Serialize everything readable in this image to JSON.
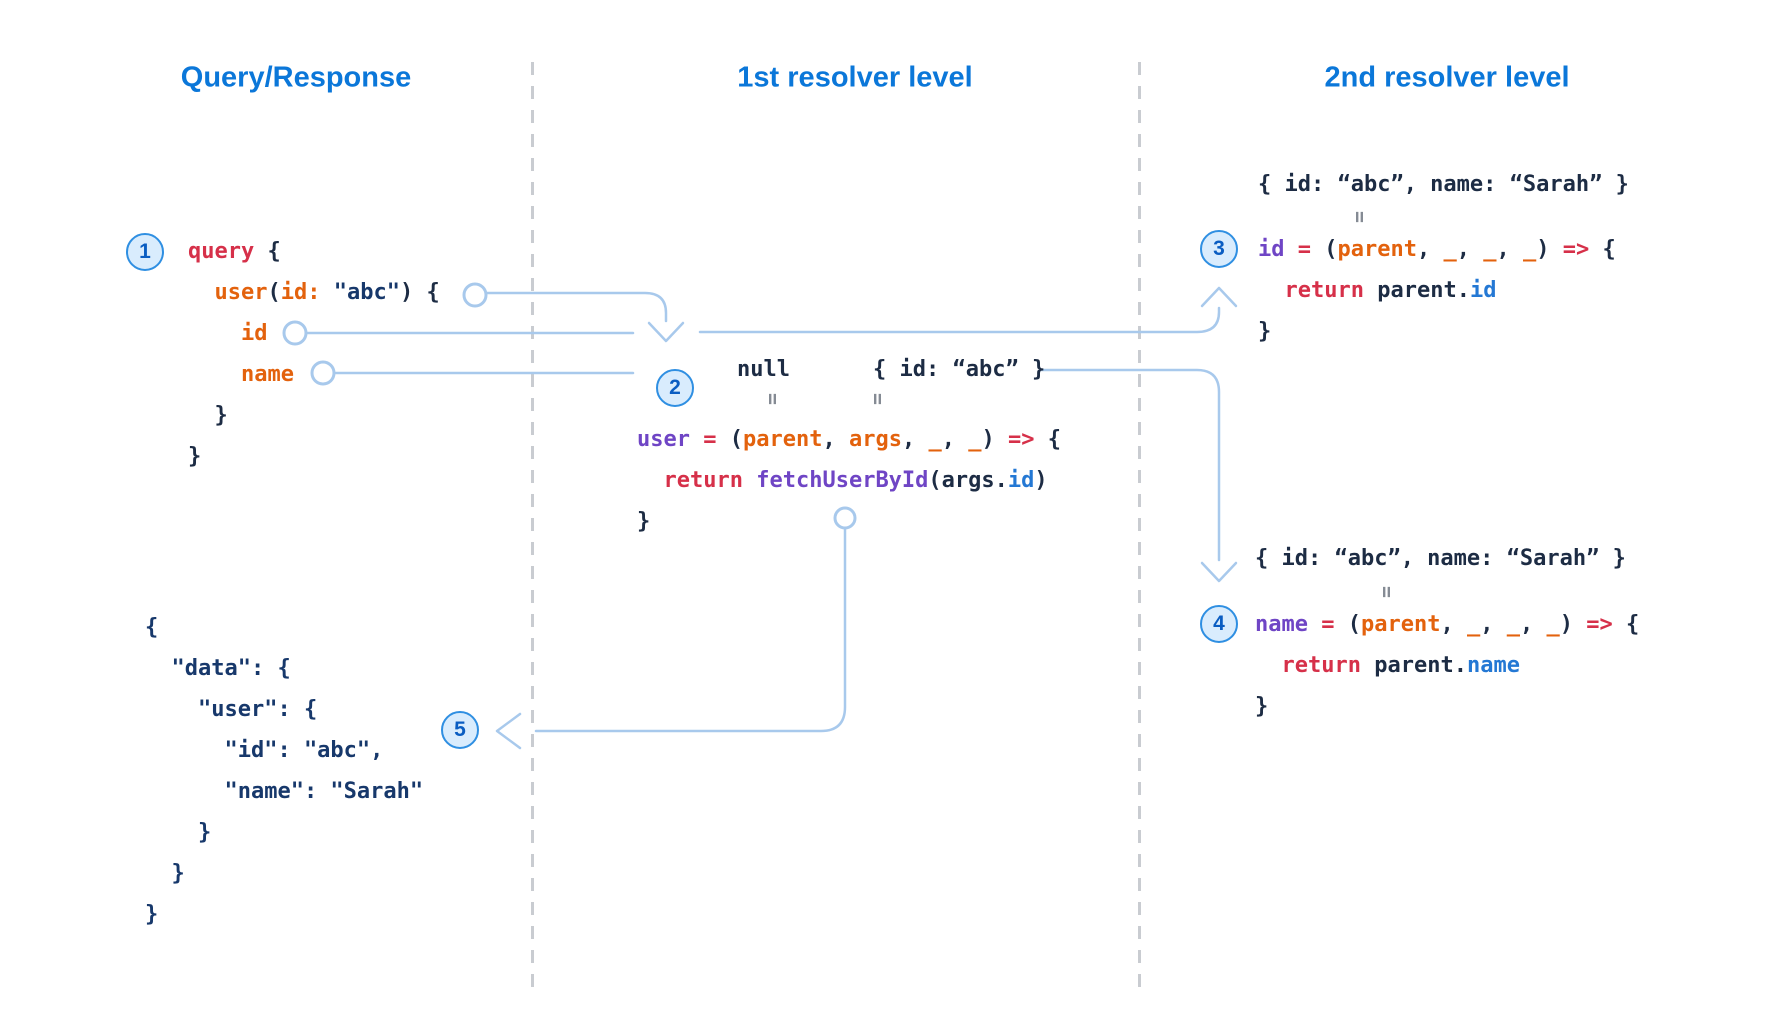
{
  "columns": [
    {
      "title": "Query/Response"
    },
    {
      "title": "1st resolver level"
    },
    {
      "title": "2nd resolver level"
    }
  ],
  "badges": [
    "1",
    "2",
    "3",
    "4",
    "5"
  ],
  "marks": {
    "equivalence": "="
  },
  "palette": {
    "header_blue": "#0b77d9",
    "badge_border": "#2f8fe2",
    "badge_fill": "#d9ecfd",
    "badge_number": "#0a5dc2",
    "arrow_blue": "#a8c9ec",
    "divider_gray": "#c9ccd1",
    "keyword_red": "#d63049",
    "field_orange": "#e3620d",
    "identifier_purple": "#6f45c5",
    "property_blue": "#2478d4",
    "punctuation_dark": "#1d2c44",
    "string_navy": "#17386b"
  },
  "blocks": {
    "query": {
      "lines": [
        [
          [
            "query",
            "k"
          ],
          [
            " {",
            "d"
          ]
        ],
        [
          [
            "  ",
            "d"
          ],
          [
            "user",
            "o"
          ],
          [
            "(",
            "d"
          ],
          [
            "id:",
            "o"
          ],
          [
            " ",
            "d"
          ],
          [
            "\"abc\"",
            "n"
          ],
          [
            ") {",
            "d"
          ]
        ],
        [
          [
            "    ",
            "d"
          ],
          [
            "id",
            "o"
          ]
        ],
        [
          [
            "    ",
            "d"
          ],
          [
            "name",
            "o"
          ]
        ],
        [
          [
            "  }",
            "d"
          ]
        ],
        [
          [
            "}",
            "d"
          ]
        ]
      ]
    },
    "response_json": {
      "lines": [
        [
          [
            "{",
            "n"
          ]
        ],
        [
          [
            "  \"data\": {",
            "n"
          ]
        ],
        [
          [
            "    \"user\": {",
            "n"
          ]
        ],
        [
          [
            "      \"id\": \"abc\",",
            "n"
          ]
        ],
        [
          [
            "      \"name\": \"Sarah\"",
            "n"
          ]
        ],
        [
          [
            "    }",
            "n"
          ]
        ],
        [
          [
            "  }",
            "n"
          ]
        ],
        [
          [
            "}",
            "n"
          ]
        ]
      ]
    },
    "resolver1": {
      "parent_value": "null",
      "args_value": "{ id: “abc” }",
      "lines": [
        [
          [
            "user",
            "p"
          ],
          [
            " ",
            "d"
          ],
          [
            "=",
            "k"
          ],
          [
            " (",
            "d"
          ],
          [
            "parent",
            "o"
          ],
          [
            ", ",
            "d"
          ],
          [
            "args",
            "o"
          ],
          [
            ", ",
            "d"
          ],
          [
            "_",
            "o"
          ],
          [
            ", ",
            "d"
          ],
          [
            "_",
            "o"
          ],
          [
            ") ",
            "d"
          ],
          [
            "=>",
            "k"
          ],
          [
            " {",
            "d"
          ]
        ],
        [
          [
            "  ",
            "d"
          ],
          [
            "return",
            "k"
          ],
          [
            " ",
            "d"
          ],
          [
            "fetchUserById",
            "p"
          ],
          [
            "(args.",
            "d"
          ],
          [
            "id",
            "b"
          ],
          [
            ")",
            "d"
          ]
        ],
        [
          [
            "}",
            "d"
          ]
        ]
      ]
    },
    "resolver_id": {
      "parent_result": "{ id: “abc”, name: “Sarah” }",
      "lines": [
        [
          [
            "id",
            "p"
          ],
          [
            " ",
            "d"
          ],
          [
            "=",
            "k"
          ],
          [
            " (",
            "d"
          ],
          [
            "parent",
            "o"
          ],
          [
            ", ",
            "d"
          ],
          [
            "_",
            "o"
          ],
          [
            ", ",
            "d"
          ],
          [
            "_",
            "o"
          ],
          [
            ", ",
            "d"
          ],
          [
            "_",
            "o"
          ],
          [
            ") ",
            "d"
          ],
          [
            "=>",
            "k"
          ],
          [
            " {",
            "d"
          ]
        ],
        [
          [
            "  ",
            "d"
          ],
          [
            "return",
            "k"
          ],
          [
            " parent.",
            "d"
          ],
          [
            "id",
            "b"
          ]
        ],
        [
          [
            "}",
            "d"
          ]
        ]
      ]
    },
    "resolver_name": {
      "parent_result": "{ id: “abc”, name: “Sarah” }",
      "lines": [
        [
          [
            "name",
            "p"
          ],
          [
            " ",
            "d"
          ],
          [
            "=",
            "k"
          ],
          [
            " (",
            "d"
          ],
          [
            "parent",
            "o"
          ],
          [
            ", ",
            "d"
          ],
          [
            "_",
            "o"
          ],
          [
            ", ",
            "d"
          ],
          [
            "_",
            "o"
          ],
          [
            ", ",
            "d"
          ],
          [
            "_",
            "o"
          ],
          [
            ") ",
            "d"
          ],
          [
            "=>",
            "k"
          ],
          [
            " {",
            "d"
          ]
        ],
        [
          [
            "  ",
            "d"
          ],
          [
            "return",
            "k"
          ],
          [
            " parent.",
            "d"
          ],
          [
            "name",
            "b"
          ]
        ],
        [
          [
            "}",
            "d"
          ]
        ]
      ]
    }
  }
}
